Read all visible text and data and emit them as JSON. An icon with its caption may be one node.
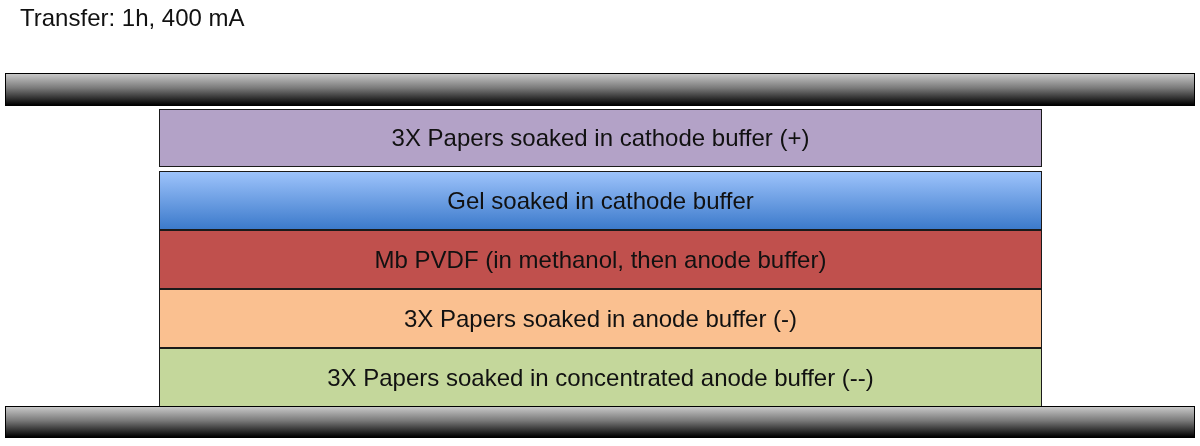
{
  "diagram": {
    "title": "Transfer: 1h, 400 mA",
    "nodes": [
      {
        "text": [],
        "shape": "bar"
      },
      {
        "text": [
          "3X Papers soaked in cathode buffer (+)"
        ]
      },
      {
        "text": [
          "Gel soaked in cathode buffer"
        ]
      },
      {
        "text": [
          "Mb PVDF (in methanol, then anode buffer)"
        ]
      },
      {
        "text": [
          "3X Papers soaked in anode buffer (-)"
        ]
      },
      {
        "text": [
          "3X Papers soaked in concentrated anode buffer (--)"
        ]
      },
      {
        "text": [],
        "shape": "bar"
      }
    ]
  }
}
